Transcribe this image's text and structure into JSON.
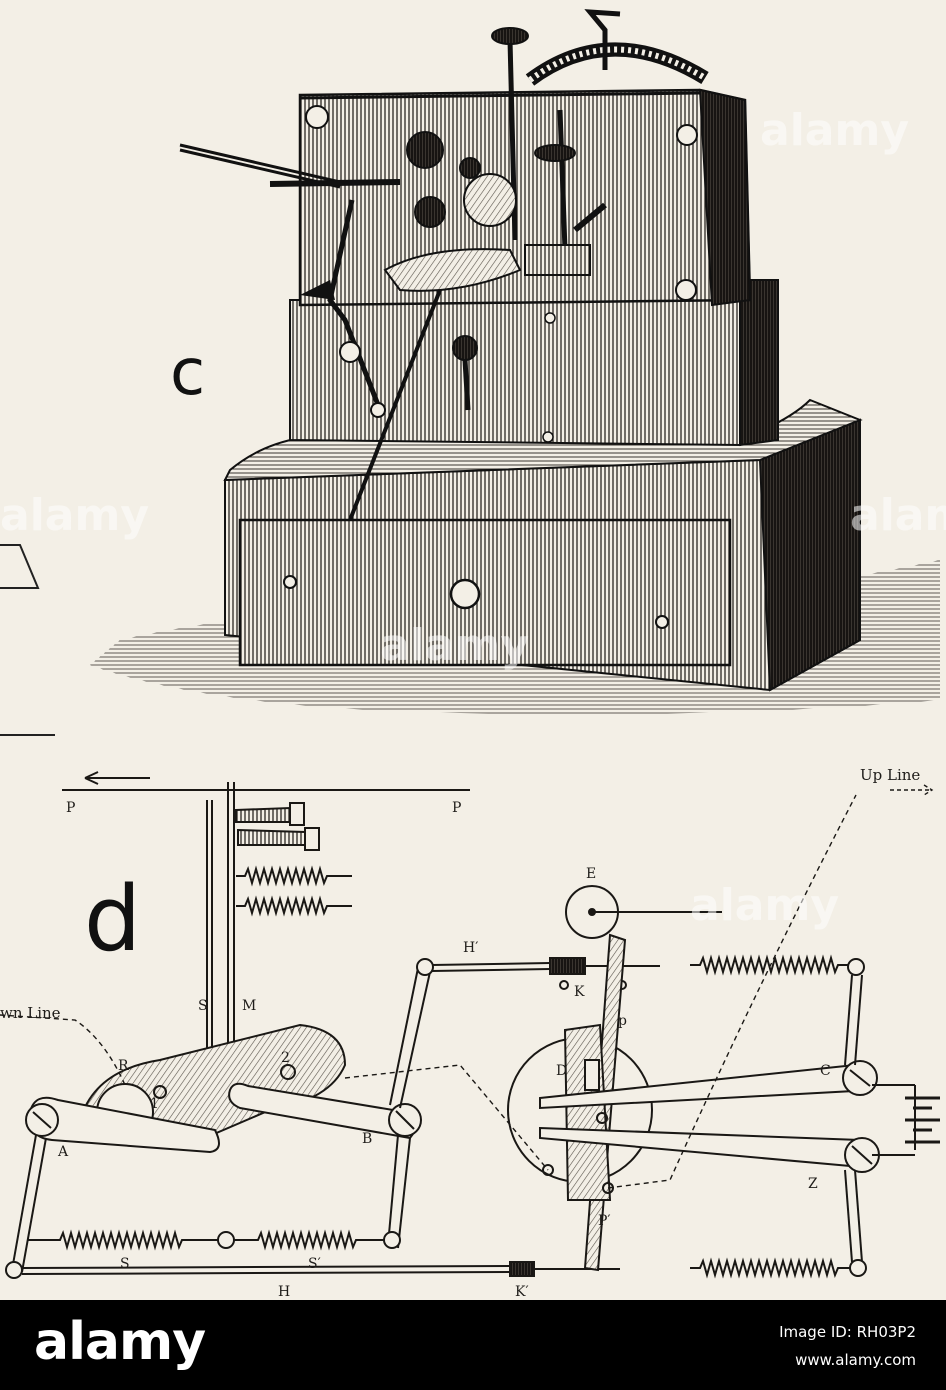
{
  "figure": {
    "label_c": "c",
    "label_d": "d",
    "up_line": "Up Line",
    "down_line": "wn Line",
    "labels": {
      "P_left": "P",
      "P_right": "P",
      "E": "E",
      "H_prime": "H′",
      "K": "K",
      "S_vert": "S",
      "M": "M",
      "p": "p",
      "R": "R",
      "D": "D",
      "C": "C",
      "one": "1",
      "two": "2",
      "A": "A",
      "B": "B",
      "Z": "Z",
      "S": "S",
      "S_prime": "S′",
      "P_prime": "P′",
      "H": "H",
      "K_prime": "K′"
    }
  },
  "watermark": "alamy",
  "footer": {
    "brand": "alamy",
    "image_id": "Image ID: RH03P2",
    "url": "www.alamy.com"
  }
}
